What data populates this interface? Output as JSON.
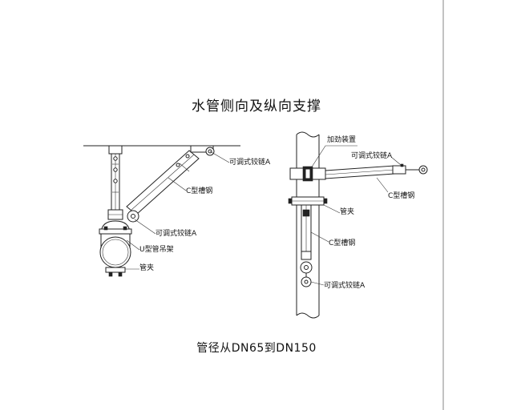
{
  "title": "水管侧向及纵向支撑",
  "caption": "管径从DN65到DN150",
  "labels": {
    "left_hinge_top": "可调式铰链A",
    "left_channel": "C型槽钢",
    "left_hinge_bottom": "可调式铰链A",
    "u_hanger": "U型管吊架",
    "left_clamp": "管夹",
    "reinforcement": "加劲装置",
    "right_hinge_top": "可调式铰链A",
    "right_channel_horizontal": "C型槽钢",
    "right_clamp": "管夹",
    "right_channel_vertical": "C型槽钢",
    "right_hinge_bottom": "可调式铰链A"
  }
}
